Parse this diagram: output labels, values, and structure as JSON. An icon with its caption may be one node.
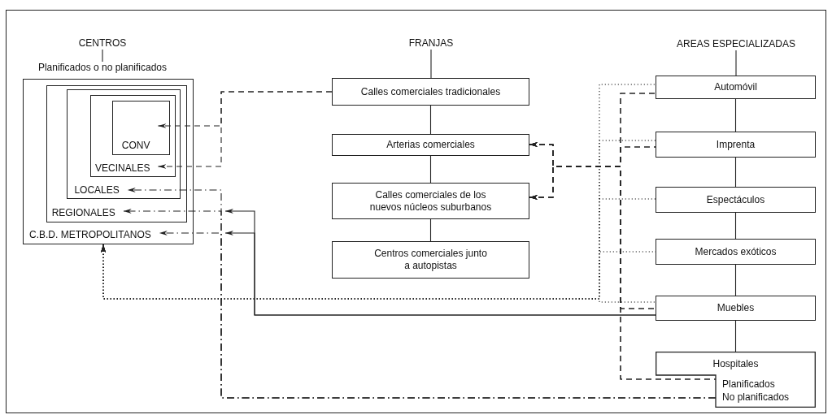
{
  "diagram": {
    "nodes": [
      {
        "text": [
          "CENTROS"
        ]
      },
      {
        "text": [
          "Planificados o no planificados"
        ]
      },
      {
        "text": [
          "C.B.D. METROPOLITANOS"
        ]
      },
      {
        "text": [
          "REGIONALES"
        ],
        "in": 2
      },
      {
        "text": [
          "LOCALES"
        ],
        "in": 3
      },
      {
        "text": [
          "VECINALES"
        ],
        "in": 4
      },
      {
        "text": [
          "CONV"
        ],
        "in": 5
      },
      {
        "text": [
          "FRANJAS"
        ]
      },
      {
        "text": [
          "Calles comerciales tradicionales"
        ]
      },
      {
        "text": [
          "Arterias comerciales"
        ]
      },
      {
        "text": [
          "Calles comerciales de los nuevos núcleos suburbanos"
        ]
      },
      {
        "text": [
          "Centros comerciales junto a autopistas"
        ]
      },
      {
        "text": [
          "AREAS ESPECIALIZADAS"
        ]
      },
      {
        "text": [
          "Automóvil"
        ]
      },
      {
        "text": [
          "Imprenta"
        ]
      },
      {
        "text": [
          "Espectáculos"
        ]
      },
      {
        "text": [
          "Mercados exóticos"
        ]
      },
      {
        "text": [
          "Muebles"
        ]
      },
      {
        "text": [
          "Hospitales",
          "Planificados",
          "No planificados"
        ]
      }
    ],
    "edges": [
      {
        "from": 0,
        "to": 1,
        "arrow": "none"
      },
      {
        "from": 7,
        "to": 8,
        "arrow": "none"
      },
      {
        "from": 8,
        "to": 9,
        "arrow": "none"
      },
      {
        "from": 9,
        "to": 10,
        "arrow": "none"
      },
      {
        "from": 10,
        "to": 11,
        "arrow": "none"
      },
      {
        "from": 12,
        "to": 13,
        "arrow": "none"
      },
      {
        "from": 13,
        "to": 14,
        "arrow": "none"
      },
      {
        "from": 14,
        "to": 15,
        "arrow": "none"
      },
      {
        "from": 15,
        "to": 16,
        "arrow": "none"
      },
      {
        "from": 16,
        "to": 17,
        "arrow": "none"
      },
      {
        "from": 17,
        "to": 18,
        "arrow": "none"
      },
      {
        "from": 8,
        "to": 6,
        "arrow": "to",
        "style": "dashed"
      },
      {
        "from": 8,
        "to": 5,
        "arrow": "to",
        "style": "dashed"
      },
      {
        "from": 13,
        "to": 9,
        "arrow": "to",
        "style": "dashed"
      },
      {
        "from": 13,
        "to": 10,
        "arrow": "to",
        "style": "dashed"
      },
      {
        "from": 14,
        "to": 9,
        "arrow": "to",
        "style": "dashed"
      },
      {
        "from": 14,
        "to": 10,
        "arrow": "to",
        "style": "dashed"
      },
      {
        "from": 17,
        "to": 9,
        "arrow": "to",
        "style": "dashed"
      },
      {
        "from": 17,
        "to": 10,
        "arrow": "to",
        "style": "dashed"
      },
      {
        "from": 18,
        "to": 9,
        "arrow": "to",
        "style": "dashed"
      },
      {
        "from": 18,
        "to": 10,
        "arrow": "to",
        "style": "dashed"
      },
      {
        "from": 13,
        "to": 2,
        "arrow": "to",
        "style": "dashed"
      },
      {
        "from": 14,
        "to": 2,
        "arrow": "to",
        "style": "dashed"
      },
      {
        "from": 15,
        "to": 2,
        "arrow": "to",
        "style": "dashed"
      },
      {
        "from": 16,
        "to": 2,
        "arrow": "to",
        "style": "dashed"
      },
      {
        "from": 17,
        "to": 2,
        "arrow": "to",
        "style": "dashed"
      },
      {
        "from": 17,
        "to": 3,
        "arrow": "to"
      },
      {
        "from": 17,
        "to": 2,
        "arrow": "to"
      },
      {
        "from": 18,
        "to": 4,
        "arrow": "to",
        "style": "dashed"
      },
      {
        "from": 18,
        "to": 3,
        "arrow": "to",
        "style": "dashed"
      },
      {
        "from": 18,
        "to": 2,
        "arrow": "to",
        "style": "dashed"
      }
    ]
  }
}
